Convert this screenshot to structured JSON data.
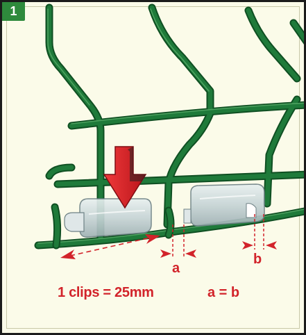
{
  "step": {
    "number": "1"
  },
  "labels": {
    "gap_a": "a",
    "gap_b": "b",
    "clip_length": "1 clips = 25mm",
    "equality": "a = b"
  },
  "colors": {
    "wire": "#1f7a3a",
    "wire_dark": "#0f4f22",
    "accent": "#d2232a",
    "badge": "#2e8a3c",
    "background": "#fbfbe9"
  },
  "icons": {
    "arrow": "down-arrow-icon",
    "clip": "clip-icon"
  }
}
